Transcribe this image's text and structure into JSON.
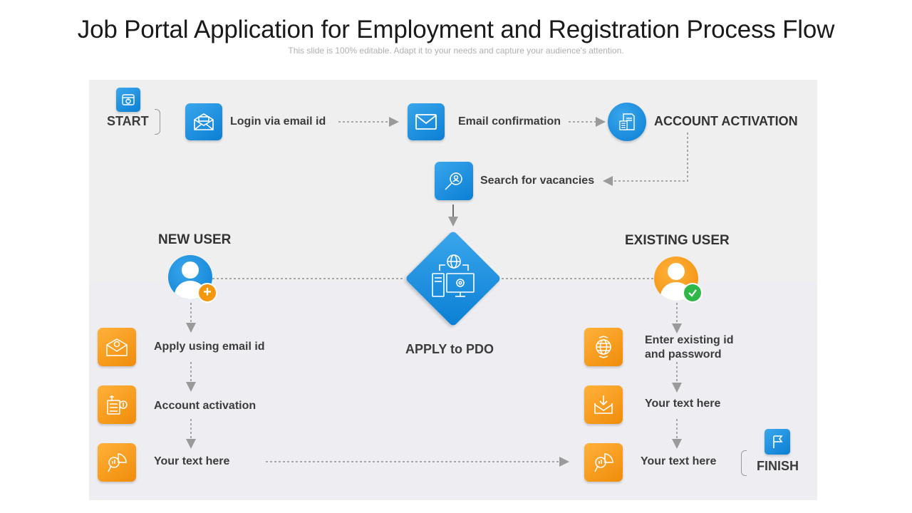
{
  "title": "Job Portal Application for Employment and Registration Process Flow",
  "subtitle": "This slide is 100% editable. Adapt it to your needs and capture your audience's attention.",
  "top_flow": {
    "start": "START",
    "login": "Login via email id",
    "email_confirmation": "Email confirmation",
    "account_activation": "ACCOUNT ACTIVATION",
    "search": "Search for vacancies"
  },
  "center": {
    "label": "APPLY to PDO"
  },
  "new_user": {
    "header": "NEW USER",
    "steps": [
      "Apply using email id",
      "Account activation",
      "Your text here"
    ]
  },
  "existing_user": {
    "header": "EXISTING USER",
    "steps": [
      "Enter existing id\nand password",
      "Your text here",
      "Your text here"
    ],
    "finish": "FINISH"
  },
  "colors": {
    "blue": "#0b7fd4",
    "orange": "#f5960f",
    "panel": "#efefef",
    "arrow": "#9a9a9a",
    "check": "#2fb84a"
  },
  "icons": {
    "start": "calendar-power-icon",
    "login": "open-envelope-icon",
    "email_confirmation": "envelope-icon",
    "account_activation": "document-calculator-icon",
    "search": "magnifier-user-icon",
    "center": "computer-network-gear-icon",
    "new_user": "user-add-icon",
    "existing_user": "user-check-icon",
    "new_steps": [
      "email-at-icon",
      "calculator-money-icon",
      "chart-magnifier-icon"
    ],
    "existing_steps": [
      "globe-badge-icon",
      "inbox-download-icon",
      "chart-magnifier-icon"
    ],
    "finish": "flag-icon"
  }
}
